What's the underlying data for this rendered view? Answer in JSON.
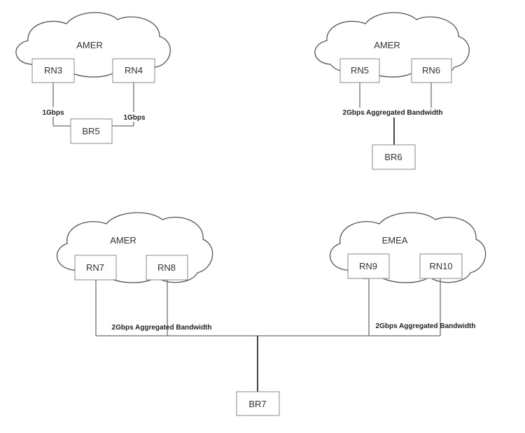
{
  "clusters": {
    "top_left": {
      "region": "AMER",
      "nodes": [
        "RN3",
        "RN4"
      ],
      "border": "BR5",
      "links": [
        "1Gbps",
        "1Gbps"
      ]
    },
    "top_right": {
      "region": "AMER",
      "nodes": [
        "RN5",
        "RN6"
      ],
      "border": "BR6",
      "link": "2Gbps Aggregated Bandwidth"
    },
    "bottom": {
      "left_region": "AMER",
      "left_nodes": [
        "RN7",
        "RN8"
      ],
      "left_link": "2Gbps Aggregated Bandwidth",
      "right_region": "EMEA",
      "right_nodes": [
        "RN9",
        "RN10"
      ],
      "right_link": "2Gbps Aggregated Bandwidth",
      "border": "BR7"
    }
  },
  "colors": {
    "line": "#6e6e6e",
    "box_border": "#8a8a8a",
    "text": "#333333"
  }
}
